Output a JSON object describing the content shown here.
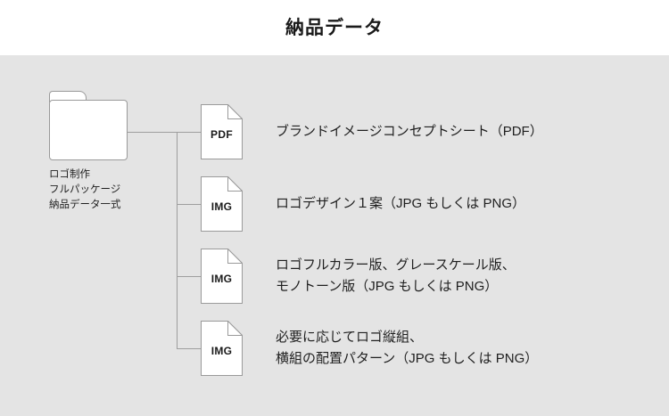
{
  "header": {
    "title": "納品データ"
  },
  "diagram": {
    "type": "tree",
    "root": {
      "icon": "folder-icon",
      "label": "ロゴ制作\nフルパッケージ\n納品データ一式"
    },
    "items": [
      {
        "icon": "file-icon",
        "file_type": "PDF",
        "label": "ブランドイメージコンセプトシート（PDF）"
      },
      {
        "icon": "file-icon",
        "file_type": "IMG",
        "label": "ロゴデザイン１案（JPG もしくは PNG）"
      },
      {
        "icon": "file-icon",
        "file_type": "IMG",
        "label": "ロゴフルカラー版、グレースケール版、\nモノトーン版（JPG もしくは PNG）"
      },
      {
        "icon": "file-icon",
        "file_type": "IMG",
        "label": "必要に応じてロゴ縦組、\n横組の配置パターン（JPG もしくは PNG）"
      }
    ]
  },
  "colors": {
    "page_background": "#ffffff",
    "panel_background": "#e4e4e4",
    "line": "#9e9e9e",
    "icon_fill": "#ffffff",
    "icon_stroke": "#9a9a9a",
    "text": "#1f1f1f",
    "title_text": "#1a1a1a"
  }
}
